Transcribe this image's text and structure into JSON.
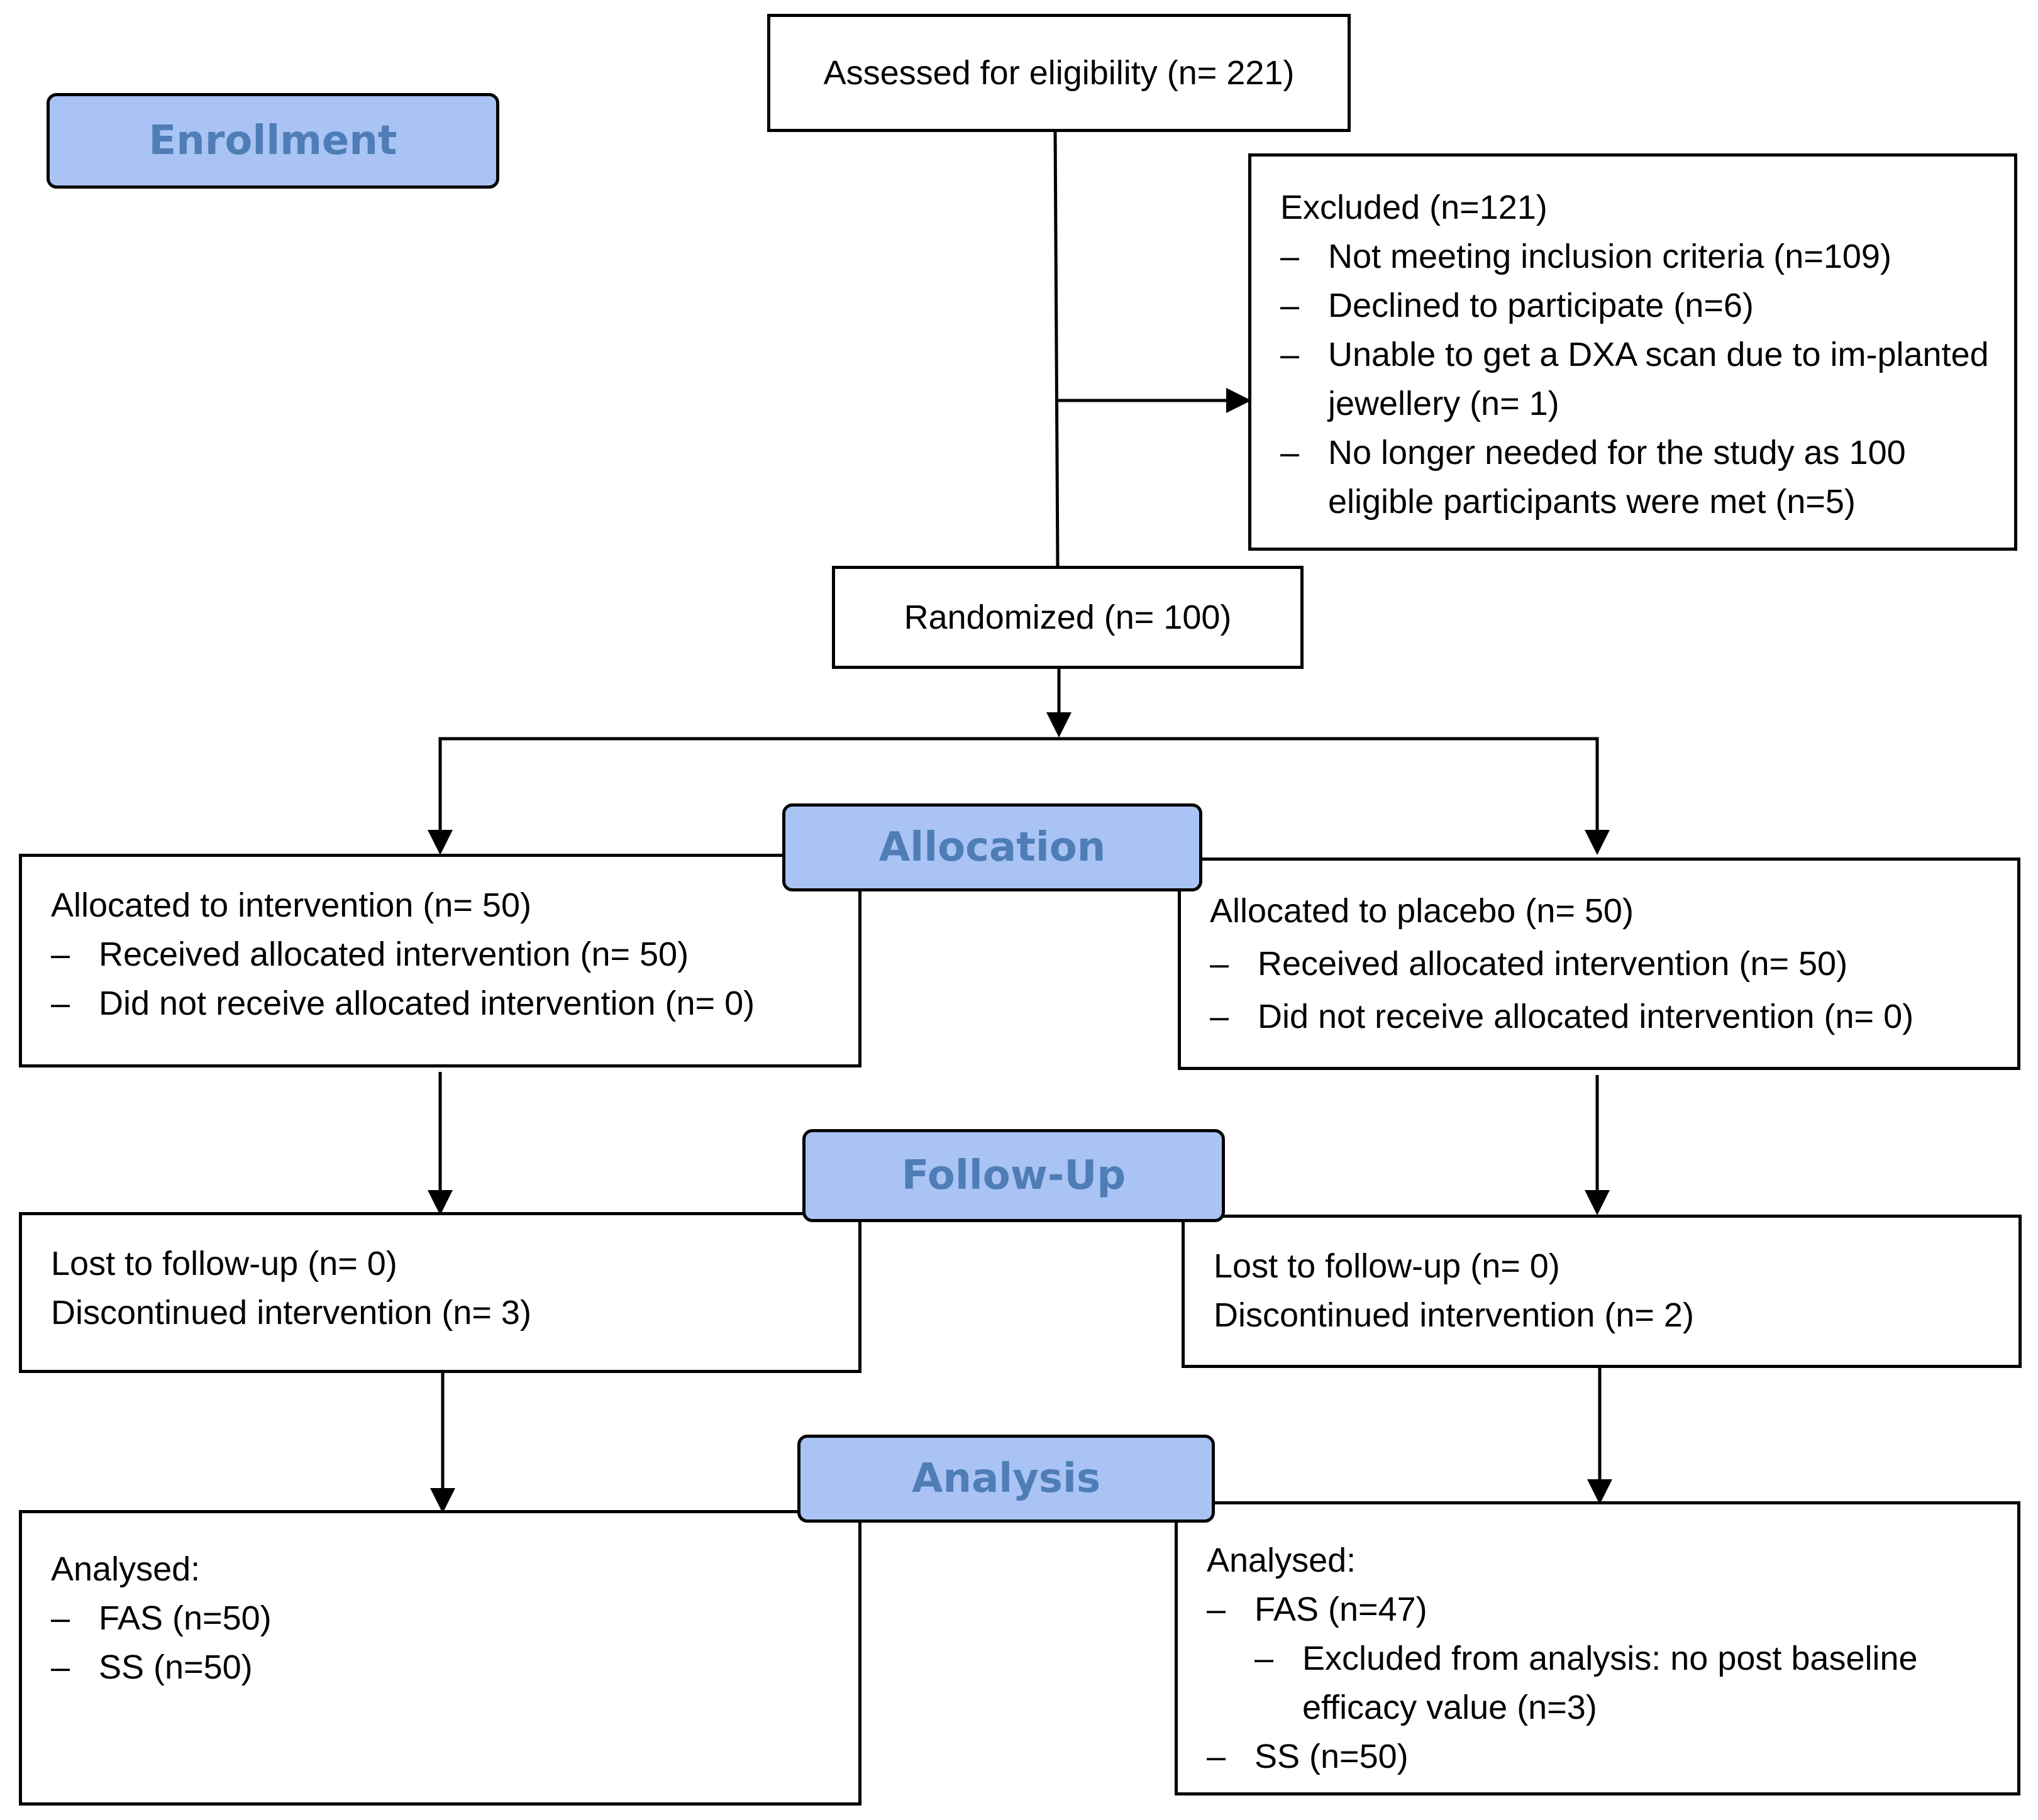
{
  "stages": {
    "enrollment": "Enrollment",
    "allocation": "Allocation",
    "follow_up": "Follow-Up",
    "analysis": "Analysis"
  },
  "assessed": "Assessed for eligibility (n= 221)",
  "excluded": {
    "title": "Excluded (n=121)",
    "items": [
      "Not meeting inclusion criteria (n=109)",
      "Declined to participate (n=6)",
      "Unable to get a DXA scan due to im-planted jewellery (n= 1)",
      "No longer needed for the study as 100 eligible participants were met (n=5)"
    ]
  },
  "randomized": "Randomized (n= 100)",
  "allocation": {
    "intervention": {
      "title": "Allocated to intervention (n= 50)",
      "items": [
        "Received allocated intervention (n= 50)",
        "Did not receive allocated intervention (n= 0)"
      ]
    },
    "placebo": {
      "title": "Allocated to placebo (n= 50)",
      "items": [
        "Received allocated intervention (n= 50)",
        "Did not receive allocated intervention (n= 0)"
      ]
    }
  },
  "follow_up": {
    "intervention": {
      "lost": "Lost to follow-up (n= 0)",
      "discontinued": "Discontinued intervention (n= 3)"
    },
    "placebo": {
      "lost": "Lost to follow-up (n= 0)",
      "discontinued": "Discontinued intervention (n= 2)"
    }
  },
  "analysis": {
    "intervention": {
      "title": "Analysed:",
      "items": [
        "FAS (n=50)",
        "SS (n=50)"
      ]
    },
    "placebo": {
      "title": "Analysed:",
      "fas": "FAS (n=47)",
      "fas_sub": "Excluded from analysis: no post baseline efficacy value (n=3)",
      "ss": "SS (n=50)"
    }
  }
}
